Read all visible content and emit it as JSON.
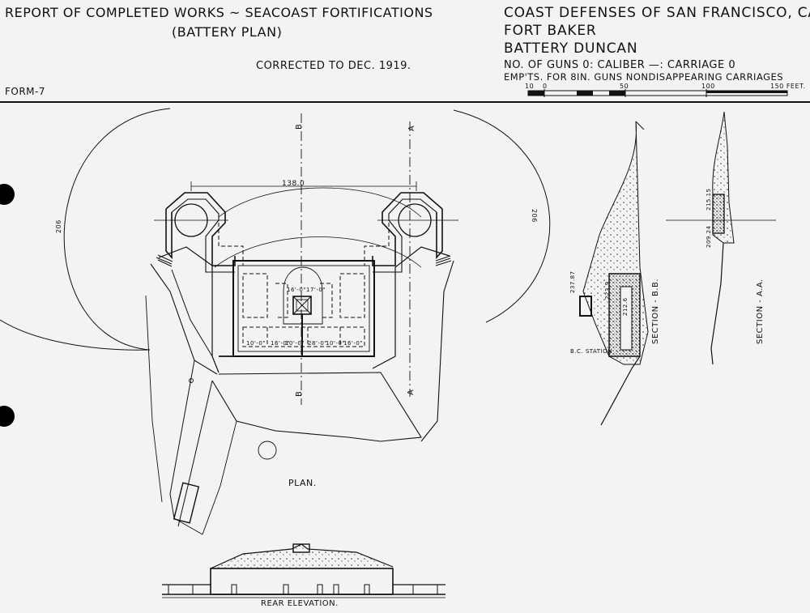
{
  "header": {
    "report_title": "REPORT OF COMPLETED WORKS ~ SEACOAST FORTIFICATIONS",
    "plan_type": "(BATTERY PLAN)",
    "corrected": "CORRECTED TO DEC. 1919.",
    "form": "FORM-7",
    "district": "COAST DEFENSES OF SAN FRANCISCO, CAL.",
    "fort": "FORT BAKER",
    "battery": "BATTERY DUNCAN",
    "guns_line": "NO. OF GUNS 0: CALIBER —: CARRIAGE 0",
    "emplacements": "EMP'TS. FOR 8IN. GUNS NONDISAPPEARING CARRIAGES"
  },
  "scale": {
    "ticks": [
      "10",
      "0",
      "50",
      "100",
      "150 FEET."
    ]
  },
  "plan": {
    "label": "PLAN.",
    "dim_width": "138.0",
    "radius_left": "206",
    "radius_right": "206",
    "section_b_top": "B",
    "section_b_bottom": "B",
    "section_a_top": "A",
    "section_a_bottom": "A",
    "room_labels": [
      "16'-0\"",
      "17'-0\"",
      "10'-0\"",
      "16'-0\"",
      "10'-0\"",
      "28'-0\"",
      "10'-0\"",
      "16'-0\""
    ]
  },
  "section_bb": {
    "label": "SECTION - B.B.",
    "station": "B.C. STATION",
    "elev_1": "237.87",
    "elev_2": "223.9",
    "elev_3": "212.6"
  },
  "section_aa": {
    "label": "SECTION - A.A.",
    "elev_1": "215.15",
    "elev_2": "209.24"
  },
  "elevation": {
    "label": "REAR ELEVATION."
  }
}
